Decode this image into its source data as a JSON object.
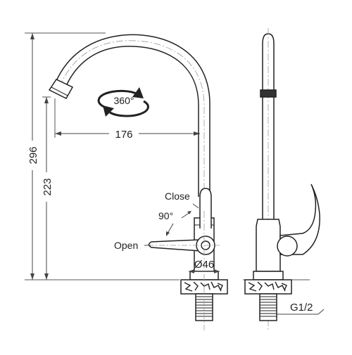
{
  "dimensions": {
    "overall_height": "296",
    "spout_height": "223",
    "spout_reach": "176",
    "base_diameter": "Ø46",
    "thread_size": "G1/2"
  },
  "labels": {
    "rotation": "360°",
    "lever_angle": "90°",
    "close": "Close",
    "open": "Open"
  },
  "colors": {
    "line": "#222222",
    "dim_line": "#444444",
    "aerator": "#333333"
  }
}
